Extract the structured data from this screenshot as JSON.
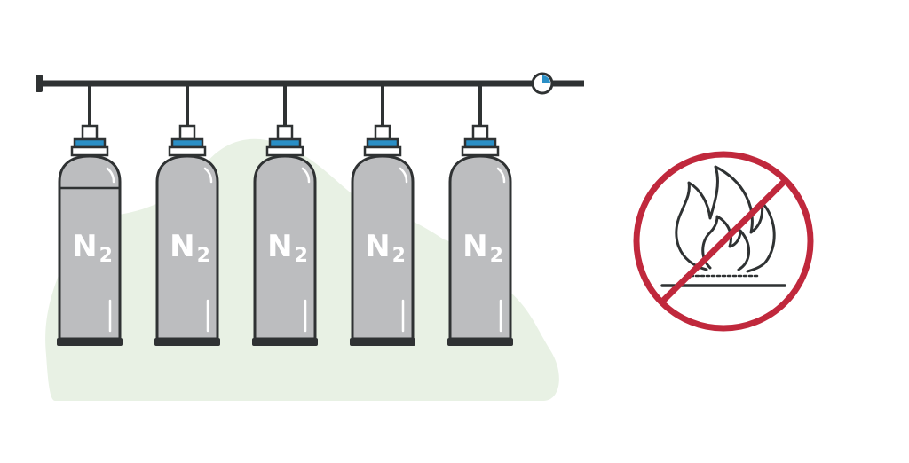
{
  "cylinders": [
    {
      "formula": "N",
      "subscript": "2"
    },
    {
      "formula": "N",
      "subscript": "2"
    },
    {
      "formula": "N",
      "subscript": "2"
    },
    {
      "formula": "N",
      "subscript": "2"
    },
    {
      "formula": "N",
      "subscript": "2"
    }
  ],
  "sign": {
    "type": "no-open-flame",
    "icon": "flame-icon"
  },
  "colors": {
    "line": "#2f3233",
    "cylinder": "#bcbdbf",
    "valve_blue": "#2a8fc6",
    "blob": "#e8f1e4",
    "prohibition_red": "#c0283c",
    "label": "#ffffff"
  }
}
